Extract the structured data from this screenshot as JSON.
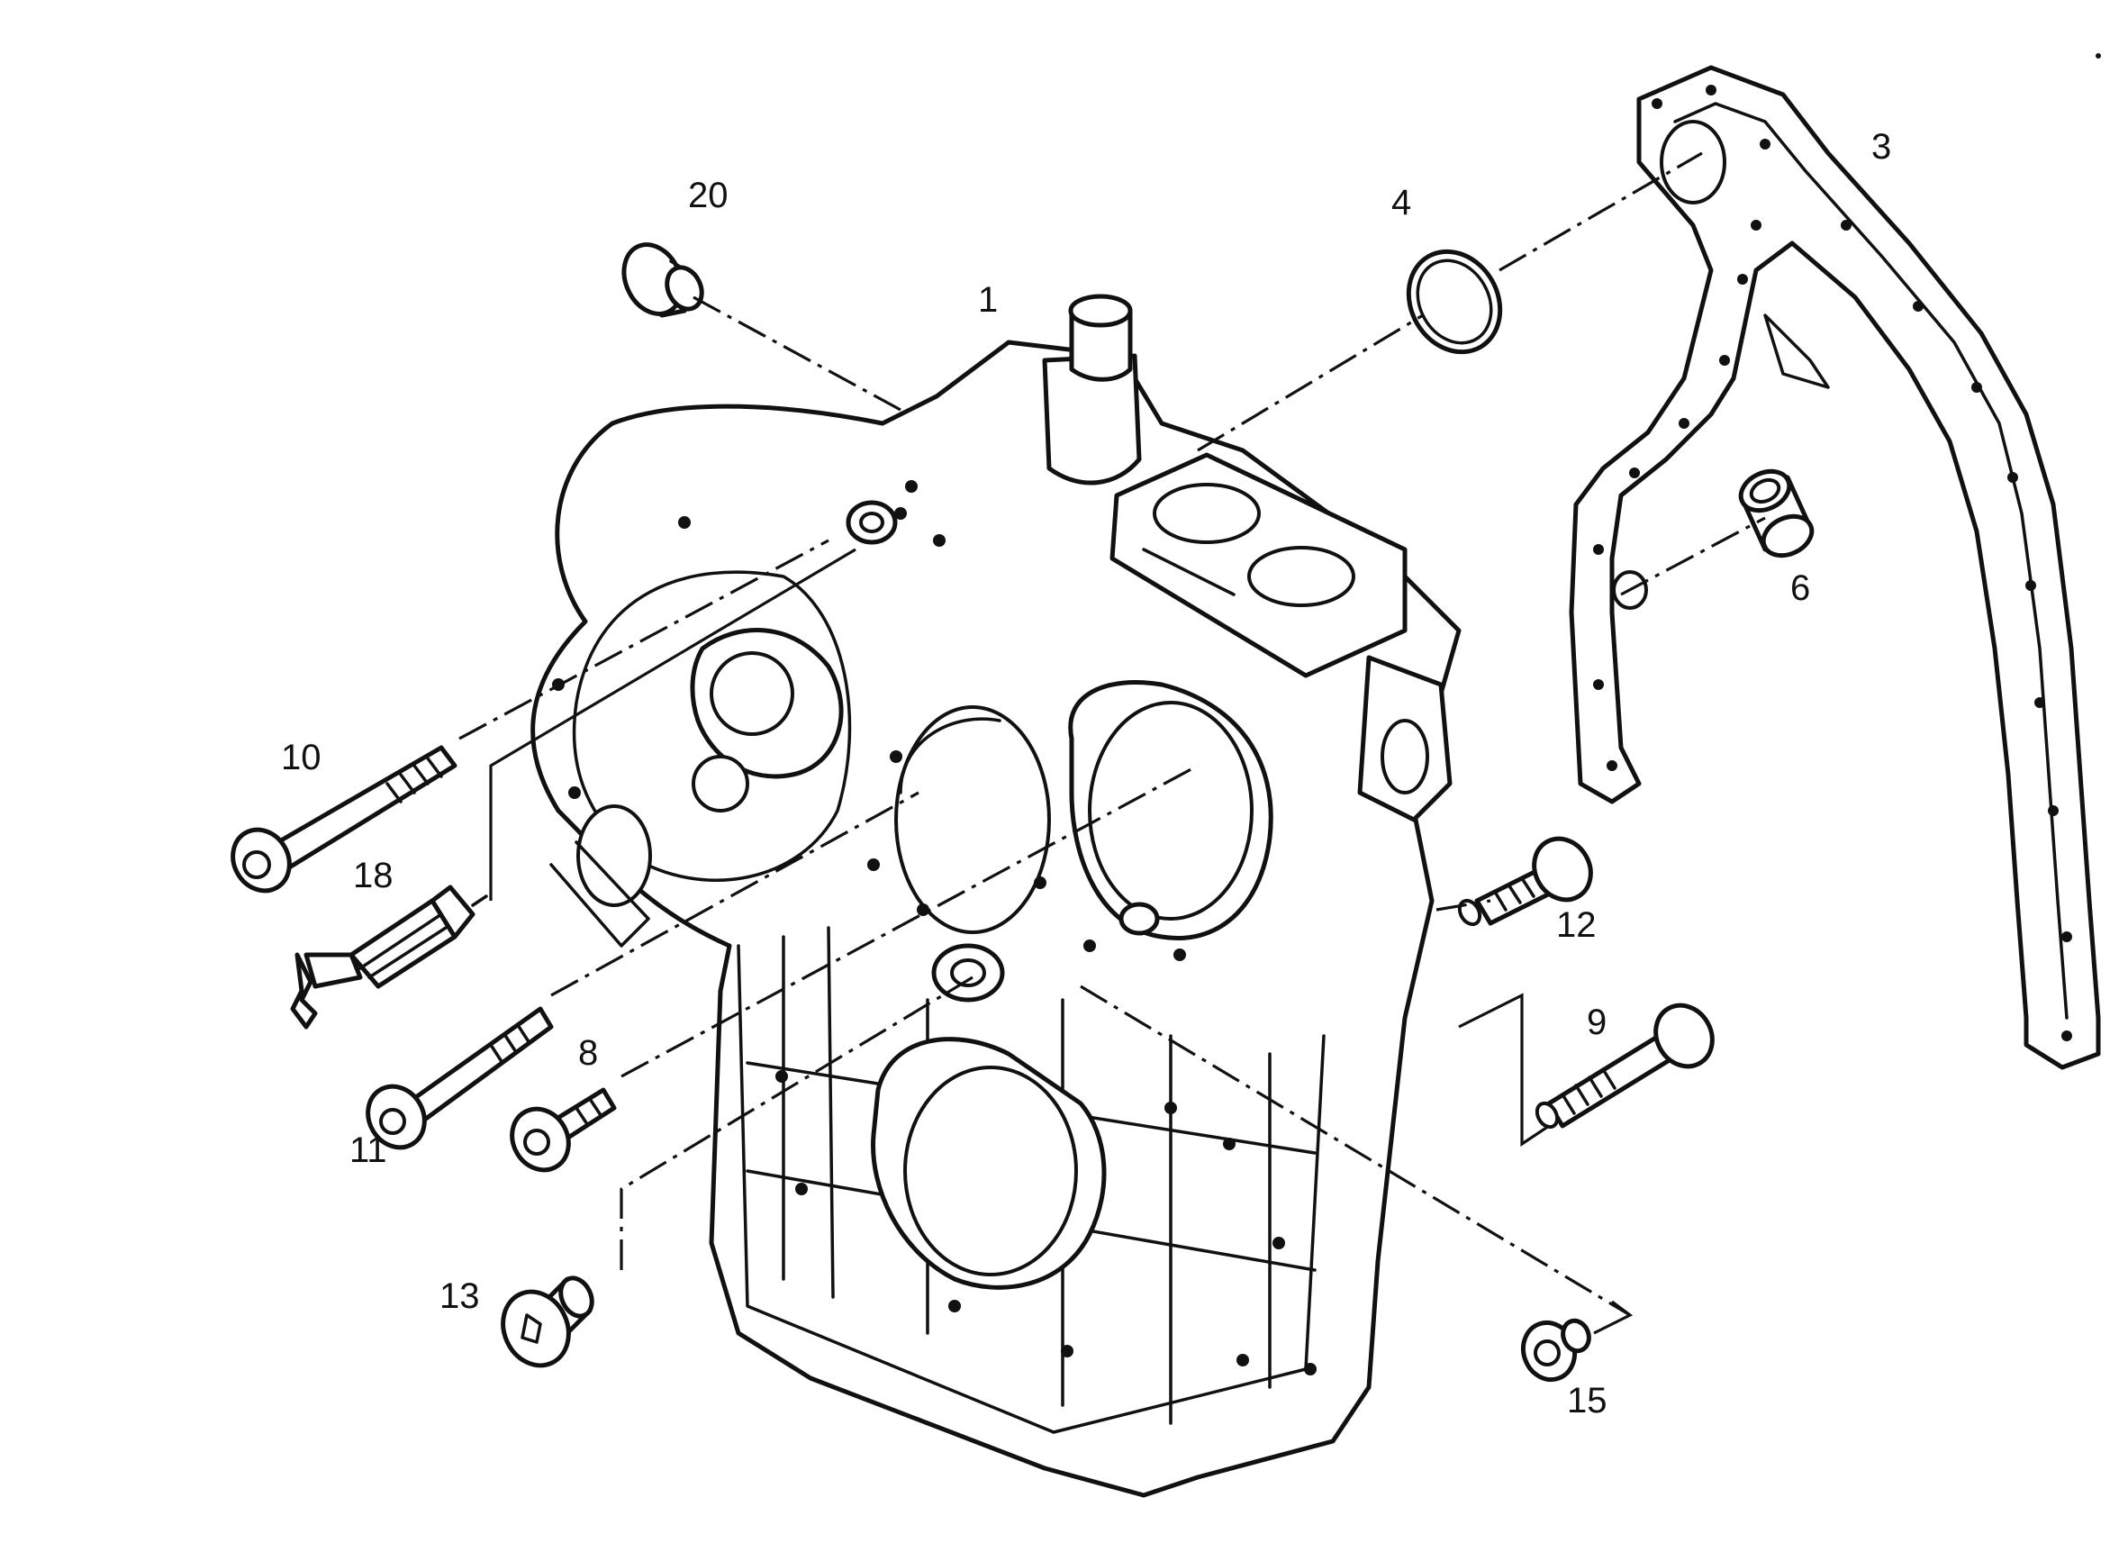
{
  "callouts": [
    {
      "key": "p1",
      "label": "1"
    },
    {
      "key": "p3",
      "label": "3"
    },
    {
      "key": "p4",
      "label": "4"
    },
    {
      "key": "p6",
      "label": "6"
    },
    {
      "key": "p8",
      "label": "8"
    },
    {
      "key": "p9",
      "label": "9"
    },
    {
      "key": "p10",
      "label": "10"
    },
    {
      "key": "p11",
      "label": "11"
    },
    {
      "key": "p12",
      "label": "12"
    },
    {
      "key": "p13",
      "label": "13"
    },
    {
      "key": "p15",
      "label": "15"
    },
    {
      "key": "p18",
      "label": "18"
    },
    {
      "key": "p20",
      "label": "20"
    }
  ]
}
